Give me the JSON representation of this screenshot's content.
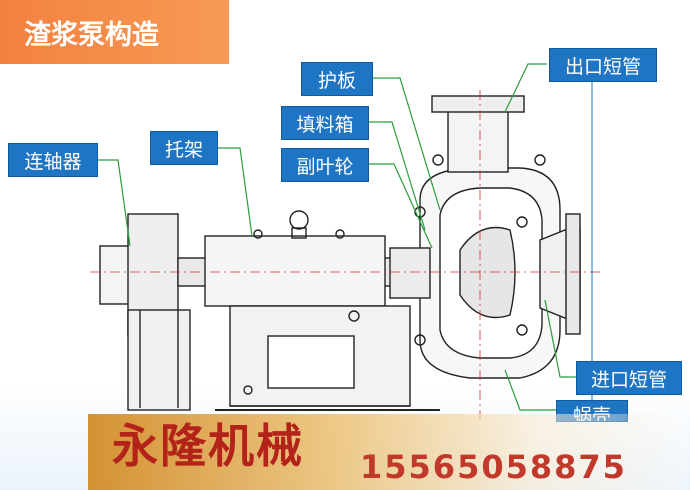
{
  "title": "渣浆泵构造",
  "labels": {
    "huban": "护板",
    "tianliaoxiang": "填料箱",
    "fuyelun": "副叶轮",
    "tuojia": "托架",
    "lianzhouqi": "连轴器",
    "chukou": "出口短管",
    "jinkou": "进口短管",
    "bengke": "蜗壳"
  },
  "brand": "永隆机械",
  "phone": "15565058875",
  "colors": {
    "label_bg": "#1d75c4",
    "title_bg": "#f3813f",
    "line": "#2a9d3c",
    "drawing": "#222222"
  }
}
